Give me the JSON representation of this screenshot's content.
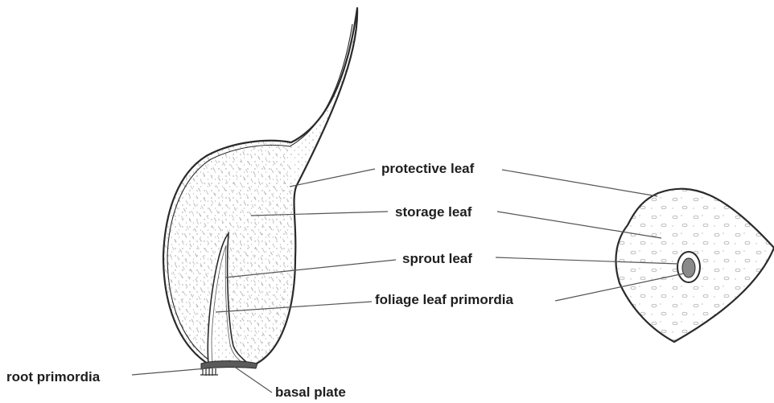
{
  "diagram": {
    "labels": {
      "protective_leaf": "protective leaf",
      "storage_leaf": "storage leaf",
      "sprout_leaf": "sprout leaf",
      "foliage_leaf_primordia": "foliage leaf primordia",
      "root_primordia": "root primordia",
      "basal_plate": "basal plate"
    },
    "colors": {
      "ink": "#2a2a2a",
      "leader_line": "#555555",
      "label_text": "#1e1e1e",
      "background": "#ffffff"
    }
  }
}
